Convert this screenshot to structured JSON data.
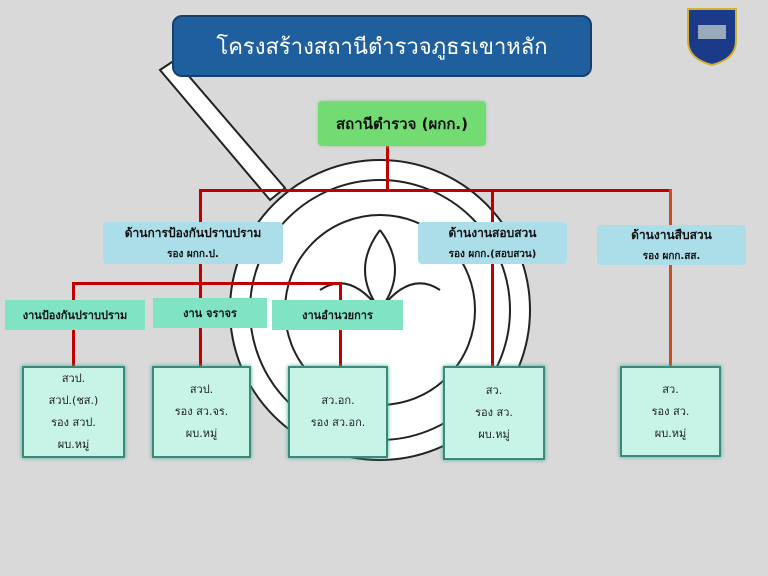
{
  "title": "โครงสร้างสถานีตำรวจภูธรเขาหลัก",
  "root": "สถานีตำรวจ (ผกก.)",
  "divisions": [
    {
      "name": "ด้านการป้องกันปราบปราม",
      "head": "รอง ผกก.ป."
    },
    {
      "name": "ด้านงานสอบสวน",
      "head": "รอง ผกก.(สอบสวน)"
    },
    {
      "name": "ด้านงานสืบสวน",
      "head": "รอง ผกก.สส."
    }
  ],
  "units": [
    "งานป้องกันปราบปราม",
    "งาน จราจร",
    "งานอำนวยการ"
  ],
  "cards": [
    [
      "สวป.",
      "สวป.(ชส.)",
      "รอง สวป.",
      "ผบ.หมู่"
    ],
    [
      "สวป.",
      "รอง สว.จร.",
      "ผบ.หมู่"
    ],
    [
      "สว.อก.",
      "รอง สว.อก."
    ],
    [
      "สว.",
      "รอง สว.",
      "ผบ.หมู่"
    ],
    [
      "สว.",
      "รอง สว.",
      "ผบ.หมู่"
    ]
  ],
  "colors": {
    "line": "#c00000",
    "title_bg": "#1f5f9e"
  }
}
